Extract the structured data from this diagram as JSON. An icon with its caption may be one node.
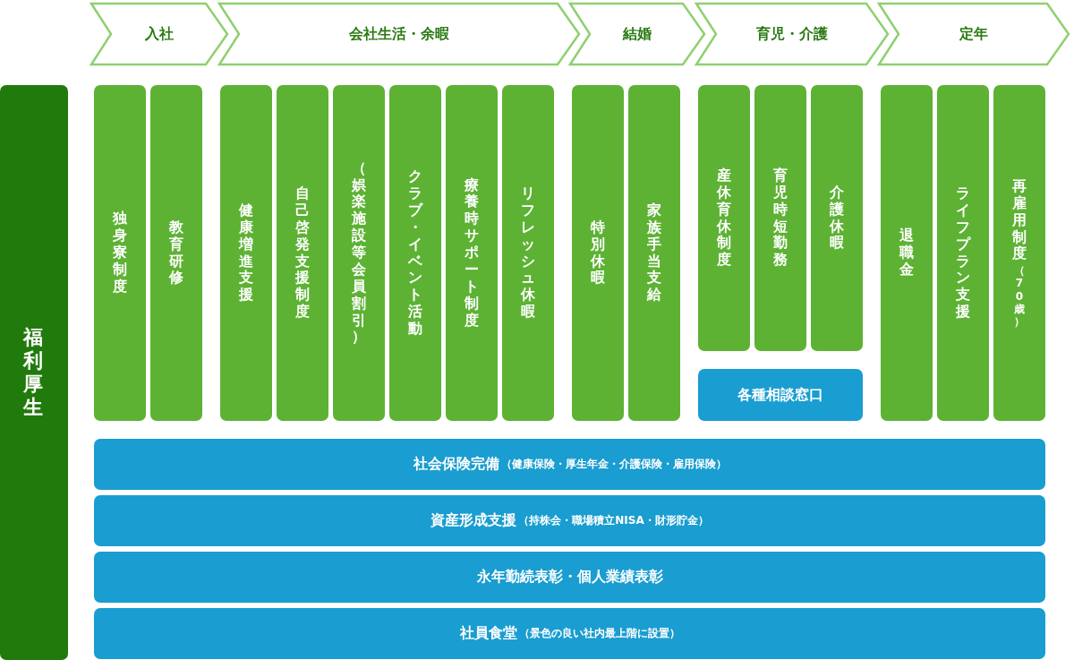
{
  "diagram": {
    "nodes": [
      {
        "text": [
          "入社"
        ]
      },
      {
        "text": [
          "会社生活・余暇"
        ]
      },
      {
        "text": [
          "結婚"
        ]
      },
      {
        "text": [
          "育児・介護"
        ]
      },
      {
        "text": [
          "定年"
        ]
      },
      {
        "text": [
          "福利厚生"
        ]
      },
      {
        "text": [
          "独身寮制度"
        ]
      },
      {
        "text": [
          "教育研修"
        ]
      },
      {
        "text": [
          "健康増進支援"
        ]
      },
      {
        "text": [
          "自己啓発支援制度"
        ]
      },
      {
        "text": [
          "（娯楽施設等会員割引）"
        ]
      },
      {
        "text": [
          "クラブ・イベント活動"
        ]
      },
      {
        "text": [
          "療養時サポート制度"
        ]
      },
      {
        "text": [
          "リフレッシュ休暇"
        ]
      },
      {
        "text": [
          "特別休暇"
        ]
      },
      {
        "text": [
          "家族手当支給"
        ]
      },
      {
        "text": [
          "産休育休制度"
        ]
      },
      {
        "text": [
          "育児時短勤務"
        ]
      },
      {
        "text": [
          "介護休暇"
        ]
      },
      {
        "text": [
          "退職金"
        ]
      },
      {
        "text": [
          "ライフプラン支援"
        ]
      },
      {
        "text": [
          "再雇用制度",
          "（70歳）"
        ]
      },
      {
        "text": [
          "各種相談窓口"
        ]
      },
      {
        "text": [
          "社会保険完備",
          "（健康保険・厚生年金・介護保険・雇用保険）"
        ]
      },
      {
        "text": [
          "資産形成支援",
          "（持株会・職場積立NISA・財形貯金）"
        ]
      },
      {
        "text": [
          "永年勤続表彰・個人業績表彰"
        ]
      },
      {
        "text": [
          "社員食堂",
          "（景色の良い社内最上階に設置）"
        ]
      }
    ],
    "edges": []
  }
}
